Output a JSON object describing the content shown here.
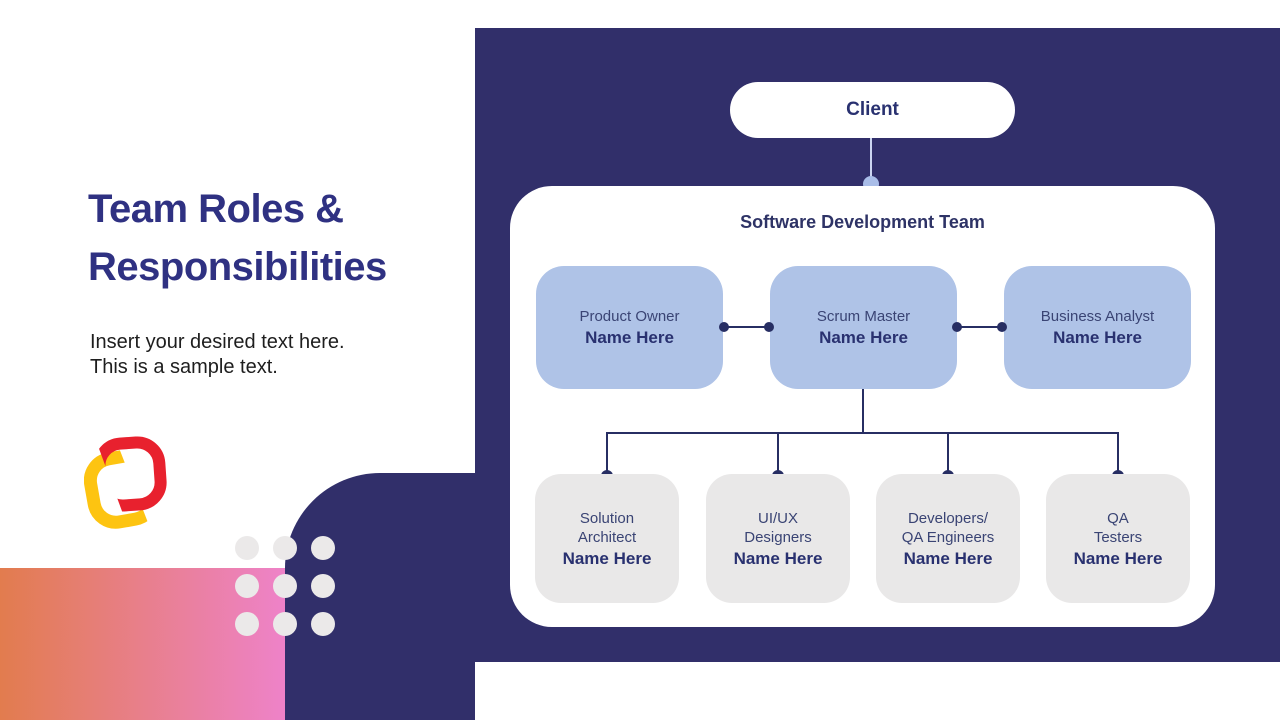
{
  "colors": {
    "navy": "#312f6a",
    "title_blue": "#2f3182",
    "box_blue": "#afc3e7",
    "box_gray": "#e9e8e8",
    "role_text": "#3a4474",
    "name_text": "#293170",
    "connector": "#272e63",
    "client_line": "#ccd5f1",
    "client_dot": "#a9bde8",
    "gradient_left": "#e27c4e",
    "gradient_right": "#ee82c9",
    "logo_red": "#e8212e",
    "logo_yellow": "#fdc411",
    "dot_gray": "#ebe9e9"
  },
  "left_panel": {
    "title": "Team Roles &\nResponsibilities",
    "body": "Insert your desired text here.\nThis is a sample text."
  },
  "org_chart": {
    "client": "Client",
    "team_title": "Software Development Team",
    "top_row": [
      {
        "role": "Product Owner",
        "name": "Name Here"
      },
      {
        "role": "Scrum Master",
        "name": "Name Here"
      },
      {
        "role": "Business Analyst",
        "name": "Name Here"
      }
    ],
    "bottom_row": [
      {
        "role": "Solution\nArchitect",
        "name": "Name Here"
      },
      {
        "role": "UI/UX\nDesigners",
        "name": "Name Here"
      },
      {
        "role": "Developers/\nQA Engineers",
        "name": "Name Here"
      },
      {
        "role": "QA\nTesters",
        "name": "Name Here"
      }
    ]
  }
}
